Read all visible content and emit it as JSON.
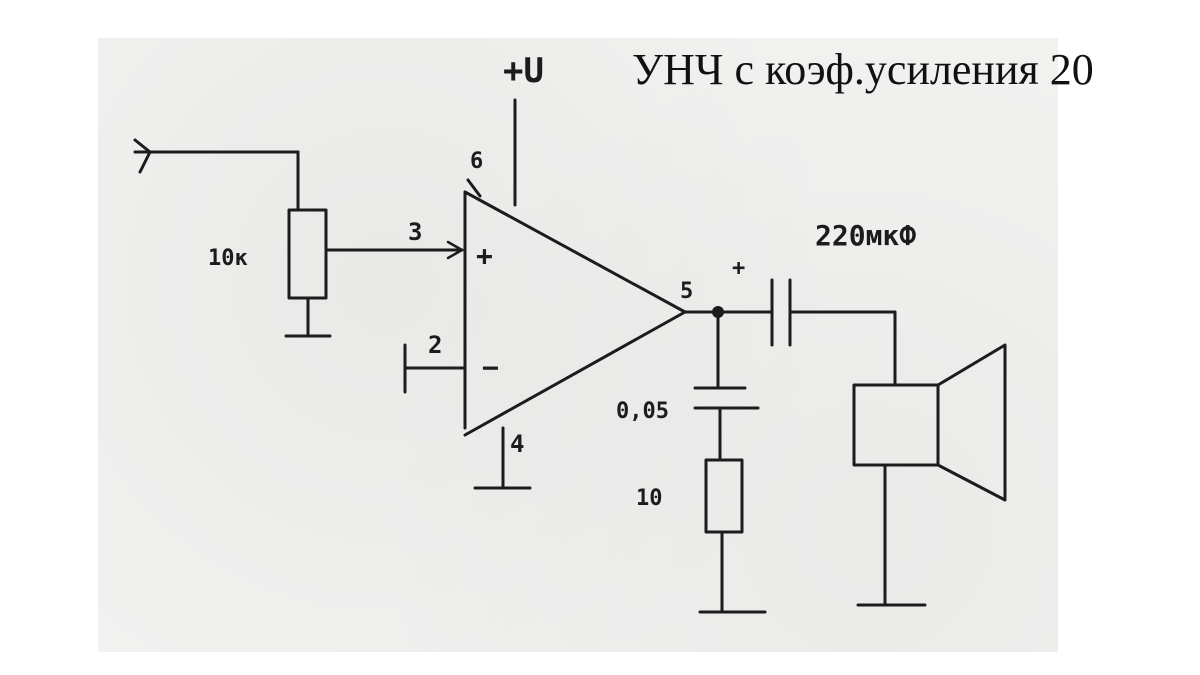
{
  "title": "УНЧ с коэф.усиления 20",
  "labels": {
    "supply": "+U",
    "pin6": "6",
    "pin3": "3",
    "pin2": "2",
    "pin4": "4",
    "pin5": "5",
    "plus_input": "+",
    "minus_input": "−",
    "cap_polarity": "+",
    "potentiometer": "10к",
    "output_cap": "220мкФ",
    "snubber_cap": "0,05",
    "snubber_res": "10"
  },
  "colors": {
    "ink": "#1c1c1c",
    "paper": "#f1f1f0"
  }
}
